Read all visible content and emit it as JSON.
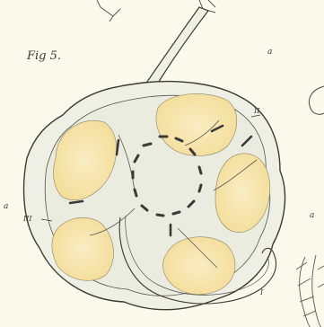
{
  "figure": {
    "title": "Fig 5.",
    "labels": {
      "a_top": "a",
      "roman_ii": "II",
      "a_left": "a",
      "roman_iii": "III",
      "a_right": "a",
      "roman_i": "I"
    }
  },
  "colors": {
    "paper": "#fbf9ec",
    "line": "#3d3a30",
    "yellow_fill": "#f6e4a8",
    "cell_body": "#eef0e6"
  }
}
